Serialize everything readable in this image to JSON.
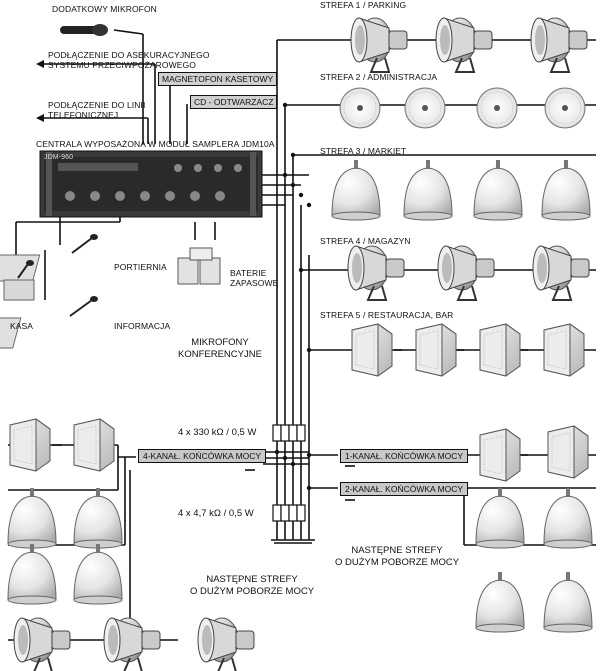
{
  "labels": {
    "microphone": "DODATKOWY MIKROFON",
    "fire_system": "PODŁĄCZENIE DO ASEKURACYJNEGO\nSYSTEMU PRZECIWPOŻAROWEGO",
    "phone_line": "PODŁĄCZENIE DO LINII\nTELEFONICZNEJ",
    "cassette": "MAGNETOFON KASETOWY",
    "cd": "CD - ODTWARZACZ",
    "central_unit": "CENTRALA WYPOSAŻONA W MODUŁ SAMPLERA JDM10A",
    "reception": "PORTIERNIA",
    "cashier": "KASA",
    "information": "INFORMACJA",
    "batteries": "BATERIE\nZAPASOWE",
    "conference_mics": "MIKROFONY\nKONFERENCYJNE",
    "resistor_high": "4 x 330 kΩ / 0,5 W",
    "resistor_low": "4 x 4,7 kΩ / 0,5 W",
    "next_zones_right": "NASTĘPNE STREFY\nO DUŻYM POBORZE MOCY",
    "next_zones_left": "NASTĘPNE STREFY\nO DUŻYM POBORZE MOCY"
  },
  "zones": [
    {
      "name": "STREFA 1 / PARKING",
      "speaker": "horn-speaker-icon",
      "count": 3
    },
    {
      "name": "STREFA 2 / ADMINISTRACJA",
      "speaker": "ceiling-speaker-icon",
      "count": 4
    },
    {
      "name": "STREFA 3 / MARKIET",
      "speaker": "dome-speaker-icon",
      "count": 4
    },
    {
      "name": "STREFA 4 / MAGAZYN",
      "speaker": "horn-speaker-icon",
      "count": 3
    },
    {
      "name": "STREFA 5 / RESTAURACJA, BAR",
      "speaker": "box-speaker-icon",
      "count": 4
    }
  ],
  "amplifiers": {
    "four_channel": "4-KANAŁ. KOŃCÓWKA MOCY",
    "one_channel": "1-KANAŁ. KOŃCÓWKA MOCY",
    "two_channel": "2-KANAŁ. KOŃCÓWKA MOCY"
  },
  "device_label": "JDM-960"
}
